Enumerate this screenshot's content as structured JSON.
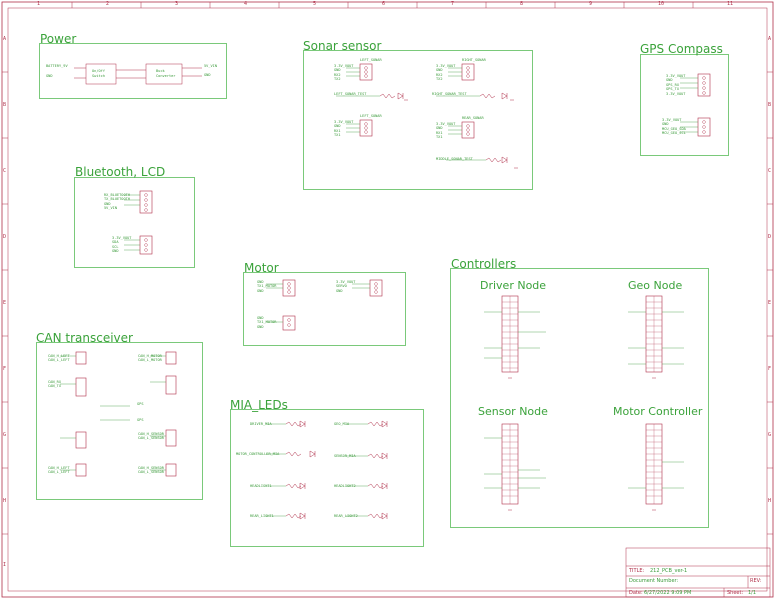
{
  "columns": [
    "1",
    "2",
    "3",
    "4",
    "5",
    "6",
    "7",
    "8",
    "9",
    "10",
    "11"
  ],
  "rows": [
    "A",
    "B",
    "C",
    "D",
    "E",
    "F",
    "G",
    "H",
    "I"
  ],
  "blocks": {
    "power": {
      "title": "Power",
      "labels": [
        "BATTERY_9V",
        "GND",
        "5V_VIN",
        "GND"
      ],
      "switch": [
        "On/Off",
        "Switch"
      ],
      "buck": [
        "Buck",
        "Converter"
      ]
    },
    "sonar": {
      "title": "Sonar sensor",
      "front_left": [
        "3.3V_VOUT",
        "GND",
        "RX2",
        "TX2",
        "LEFT_SONAR"
      ],
      "front_right": [
        "3.3V_VOUT",
        "GND",
        "RX2",
        "TX2",
        "RIGHT_SONAR"
      ],
      "rear_left": [
        "3.3V_VOUT",
        "GND",
        "RX1",
        "TX1",
        "LEFT_SONAR"
      ],
      "rear_right": [
        "3.3V_VOUT",
        "GND",
        "RX1",
        "TX1",
        "REAR_SONAR"
      ],
      "tests": [
        "LEFT_SONAR_TEST",
        "RIGHT_SONAR_TEST",
        "MIDDLE_SONAR_TEST"
      ]
    },
    "gps": {
      "title": "GPS Compass",
      "top": [
        "3.3V_VOUT",
        "GND",
        "GPS_RX",
        "GPS_TX",
        "3.3V_VOUT"
      ],
      "bottom": [
        "3.3V_VOUT",
        "GND",
        "MCU_GEO_SDA",
        "MCU_GEO_SCL"
      ]
    },
    "bt": {
      "title": "Bluetooth, LCD",
      "top": [
        "RX_BLUETOOTH",
        "TX_BLUETOOTH",
        "GND",
        "5V_VIN"
      ],
      "bottom": [
        "3.3V_VOUT",
        "SDA",
        "SCL",
        "GND"
      ]
    },
    "motor": {
      "title": "Motor",
      "left": [
        "GND",
        "TX1_MOTOR",
        "GND"
      ],
      "right": [
        "3.3V_VOUT",
        "SERVO",
        "GND"
      ],
      "esc": [
        "GND",
        "TX1_MOTOR",
        "GND"
      ]
    },
    "can": {
      "title": "CAN transceiver",
      "rows": [
        "CAN_H_LEFT",
        "CAN_L_LEFT",
        "CAN_H_MOTOR",
        "CAN_L_MOTOR",
        "CAN_RX",
        "CAN_TX",
        "GPS",
        "CAN_H_SENSOR",
        "CAN_L_SENSOR"
      ]
    },
    "leds": {
      "title": "MIA_LEDs",
      "names": [
        "DRIVER_MIA",
        "GEO_MIA",
        "MOTOR_CONTROLLER_MIA",
        "SENSOR_MIA",
        "HEADLIGHT1",
        "HEADLIGHT2",
        "REAR_LIGHT1",
        "REAR_LIGHT2"
      ]
    },
    "controllers": {
      "title": "Controllers",
      "driver": "Driver Node",
      "geo": "Geo Node",
      "sensor": "Sensor Node",
      "motor_ctrl": "Motor Controller"
    }
  },
  "title_block": {
    "title_label": "TITLE:",
    "title_value": "212_PCB_ver-1",
    "doc_label": "Document Number:",
    "rev_label": "REV:",
    "date_label": "Date:",
    "date_value": "6/27/2022 9:09 PM",
    "sheet_label": "Sheet:",
    "sheet_value": "1/1"
  }
}
